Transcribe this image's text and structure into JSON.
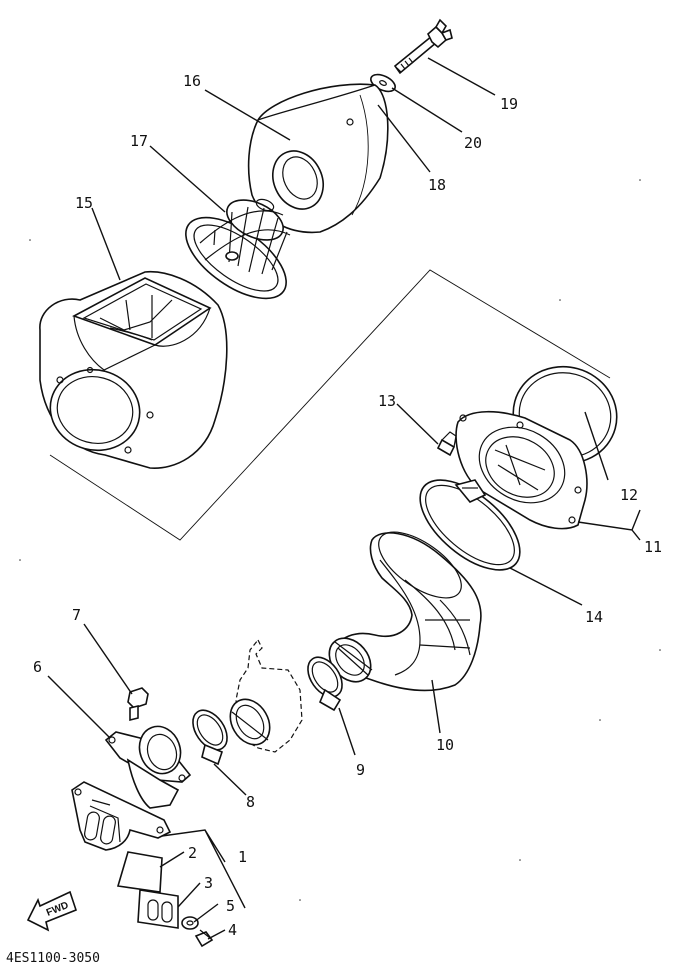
{
  "labels": {
    "p1": "1",
    "p2": "2",
    "p3": "3",
    "p4": "4",
    "p5": "5",
    "p6": "6",
    "p7": "7",
    "p8": "8",
    "p9": "9",
    "p10": "10",
    "p11": "11",
    "p12": "12",
    "p13": "13",
    "p14": "14",
    "p15": "15",
    "p16": "16",
    "p17": "17",
    "p18": "18",
    "p19": "19",
    "p20": "20"
  },
  "drawing_code": "4ES1100-3050",
  "forward_marker": "FWD"
}
